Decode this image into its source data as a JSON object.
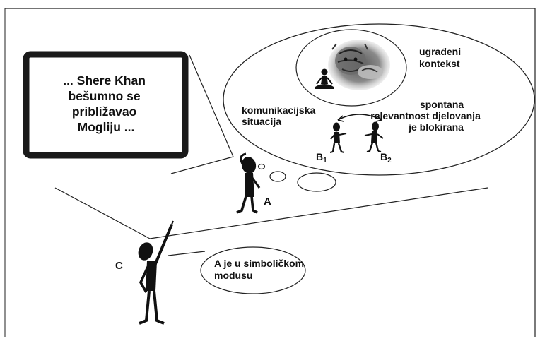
{
  "screen": {
    "lines": [
      "... Shere Khan",
      "bešumno se",
      "približavao",
      "Mogliju ..."
    ]
  },
  "labels": {
    "embedded_context": [
      "ugrađeni",
      "kontekst"
    ],
    "spontaneous": [
      "spontana",
      "relevantnost djelovanja",
      "je blokirana"
    ],
    "communication": [
      "komunikacijska",
      "situacija"
    ],
    "b1_letter": "B",
    "b1_sub": "1",
    "b2_letter": "B",
    "b2_sub": "2",
    "a": "A",
    "c": "C"
  },
  "speech_bubble": {
    "lines": [
      "A je u simboličkom",
      "modusu"
    ]
  },
  "colors": {
    "ink": "#111111",
    "screen_frame": "#1a1a1a",
    "tiger_dark": "#3a3a3a",
    "tiger_light": "#b8b8b8"
  }
}
